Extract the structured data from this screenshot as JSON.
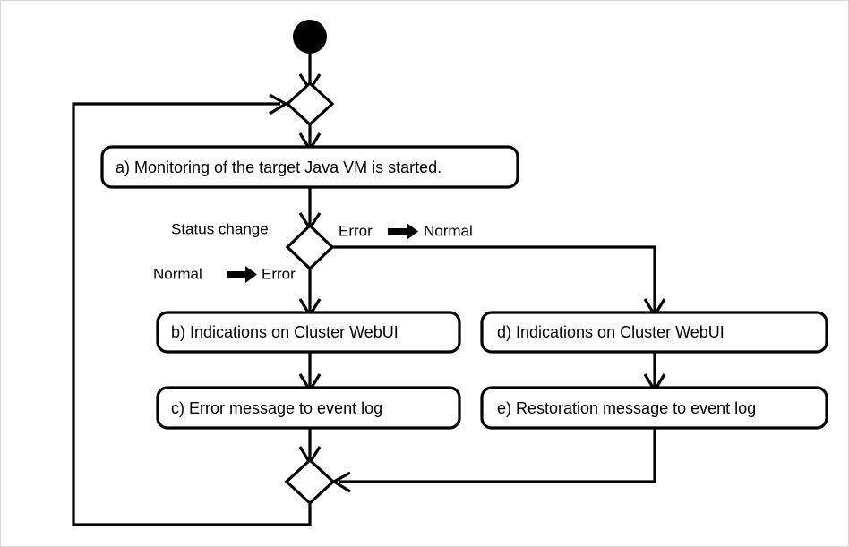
{
  "diagram": {
    "type": "uml-activity-diagram",
    "title_visible": false,
    "background_color": "#ffffff",
    "line_color": "#000000",
    "border_color": "#d8d8d8",
    "nodes": {
      "start": {
        "kind": "initial-node",
        "label": ""
      },
      "merge_top": {
        "kind": "merge-node",
        "label": ""
      },
      "action_a": {
        "kind": "action",
        "label": "a) Monitoring of the target Java VM is started."
      },
      "decision": {
        "kind": "decision-node",
        "label": ""
      },
      "action_b": {
        "kind": "action",
        "label": "b) Indications on Cluster WebUI"
      },
      "action_c": {
        "kind": "action",
        "label": "c) Error message to event log"
      },
      "action_d": {
        "kind": "action",
        "label": "d) Indications on Cluster WebUI"
      },
      "action_e": {
        "kind": "action",
        "label": "e) Restoration message to event log"
      },
      "merge_bottom": {
        "kind": "merge-node",
        "label": ""
      }
    },
    "edge_labels": {
      "guard_title": "Status change",
      "guard_left_from": "Normal",
      "guard_left_arrow": "→",
      "guard_left_to": "Error",
      "guard_right_from": "Error",
      "guard_right_arrow": "→",
      "guard_right_to": "Normal"
    }
  }
}
